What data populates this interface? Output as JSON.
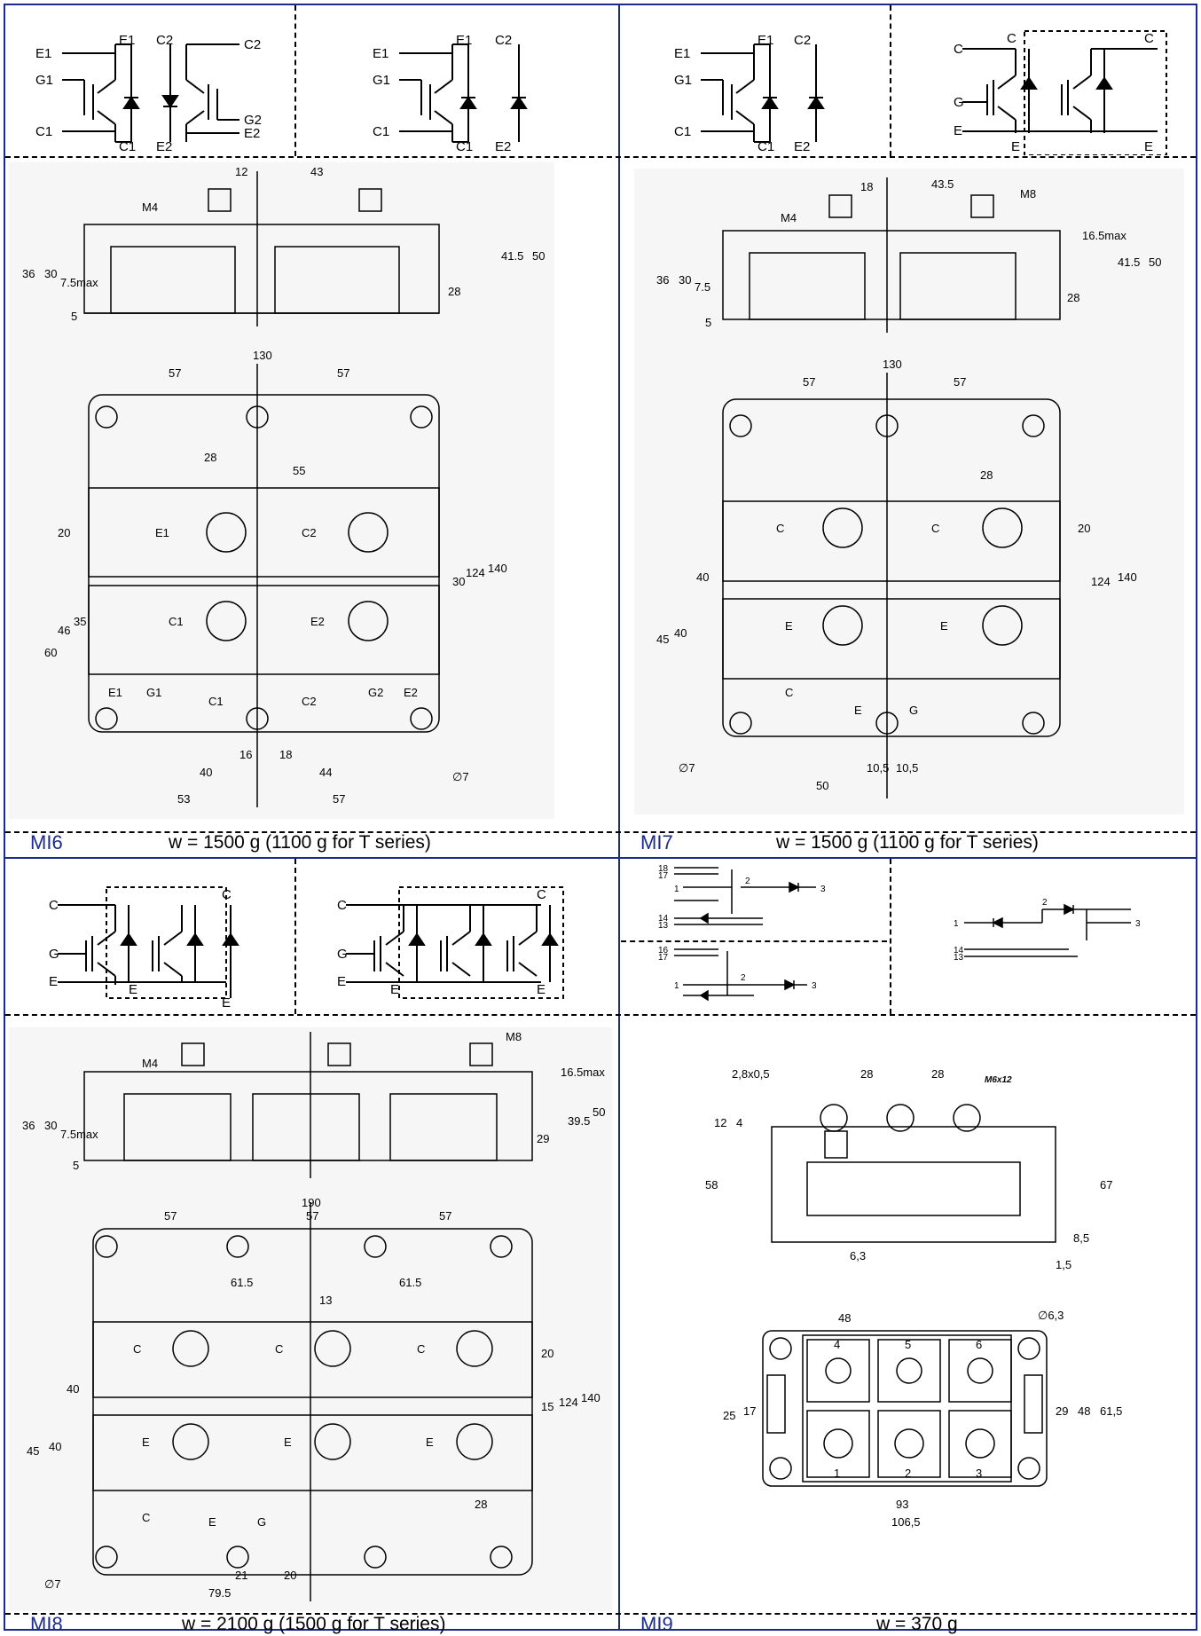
{
  "panels": [
    {
      "code": "MI6",
      "weight": "w = 1500 g (1100 g for T series)",
      "schematic_left_pins": [
        "E1",
        "G1",
        "C1",
        "E1",
        "C1",
        "C2",
        "C2",
        "G2",
        "E2",
        "E2"
      ],
      "schematic_right_pins": [
        "E1",
        "G1",
        "C1",
        "E1",
        "C1",
        "C2",
        "E2"
      ],
      "side_dims": [
        "12",
        "43",
        "M4",
        "36",
        "30",
        "7.5max",
        "5",
        "28",
        "41.5",
        "50"
      ],
      "top_dims": [
        "130",
        "57",
        "57",
        "28",
        "55",
        "20",
        "30",
        "124",
        "140",
        "46",
        "35",
        "60",
        "40",
        "16",
        "18",
        "44",
        "53",
        "57",
        "∅7"
      ],
      "terminals": [
        "E1",
        "C2",
        "C1",
        "E2",
        "E1",
        "E2",
        "G1",
        "G2",
        "C1",
        "C2"
      ]
    },
    {
      "code": "MI7",
      "weight": "w = 1500 g (1100 g for T series)",
      "schematic_left_pins": [
        "E1",
        "G1",
        "C1",
        "E1",
        "C1",
        "C2",
        "E2"
      ],
      "schematic_right_pins": [
        "C",
        "G",
        "E",
        "C",
        "C",
        "E",
        "E"
      ],
      "side_dims": [
        "18",
        "43.5",
        "M8",
        "M4",
        "16.5max",
        "36",
        "30",
        "7.5",
        "5",
        "28",
        "41.5",
        "50"
      ],
      "top_dims": [
        "130",
        "57",
        "57",
        "28",
        "20",
        "40",
        "124",
        "140",
        "45",
        "40",
        "10,5",
        "10,5",
        "50",
        "∅7"
      ],
      "terminals": [
        "C",
        "C",
        "E",
        "E",
        "C",
        "E",
        "G"
      ]
    },
    {
      "code": "MI8",
      "weight": "w = 2100 g (1500 g for T series)",
      "schematic_left_pins": [
        "C",
        "G",
        "E",
        "E",
        "C",
        "E"
      ],
      "schematic_right_pins": [
        "C",
        "G",
        "E",
        "E",
        "C",
        "E"
      ],
      "side_dims": [
        "M4",
        "M8",
        "16.5max",
        "36",
        "30",
        "7.5max",
        "5",
        "29",
        "39.5",
        "50"
      ],
      "top_dims": [
        "190",
        "57",
        "57",
        "57",
        "61.5",
        "61.5",
        "13",
        "20",
        "15",
        "124",
        "140",
        "40",
        "45",
        "40",
        "28",
        "21",
        "20",
        "79.5",
        "∅7"
      ],
      "terminals": [
        "C",
        "C",
        "C",
        "E",
        "E",
        "E",
        "C",
        "E",
        "G"
      ]
    },
    {
      "code": "MI9",
      "weight": "w = 370 g",
      "schematic_left_pins": [
        "18",
        "17",
        "1",
        "2",
        "3",
        "14",
        "13",
        "16",
        "17",
        "1",
        "2",
        "3"
      ],
      "schematic_right_pins": [
        "1",
        "2",
        "3",
        "14",
        "13"
      ],
      "side_dims": [
        "2,8x0,5",
        "28",
        "28",
        "M6x12",
        "12",
        "4",
        "58",
        "67",
        "6,3",
        "8,5",
        "1,5"
      ],
      "top_dims": [
        "48",
        "∅6,3",
        "25",
        "17",
        "29",
        "48",
        "61,5",
        "93",
        "106,5"
      ],
      "terminals": [
        "4",
        "5",
        "6",
        "1",
        "2",
        "3"
      ]
    }
  ]
}
